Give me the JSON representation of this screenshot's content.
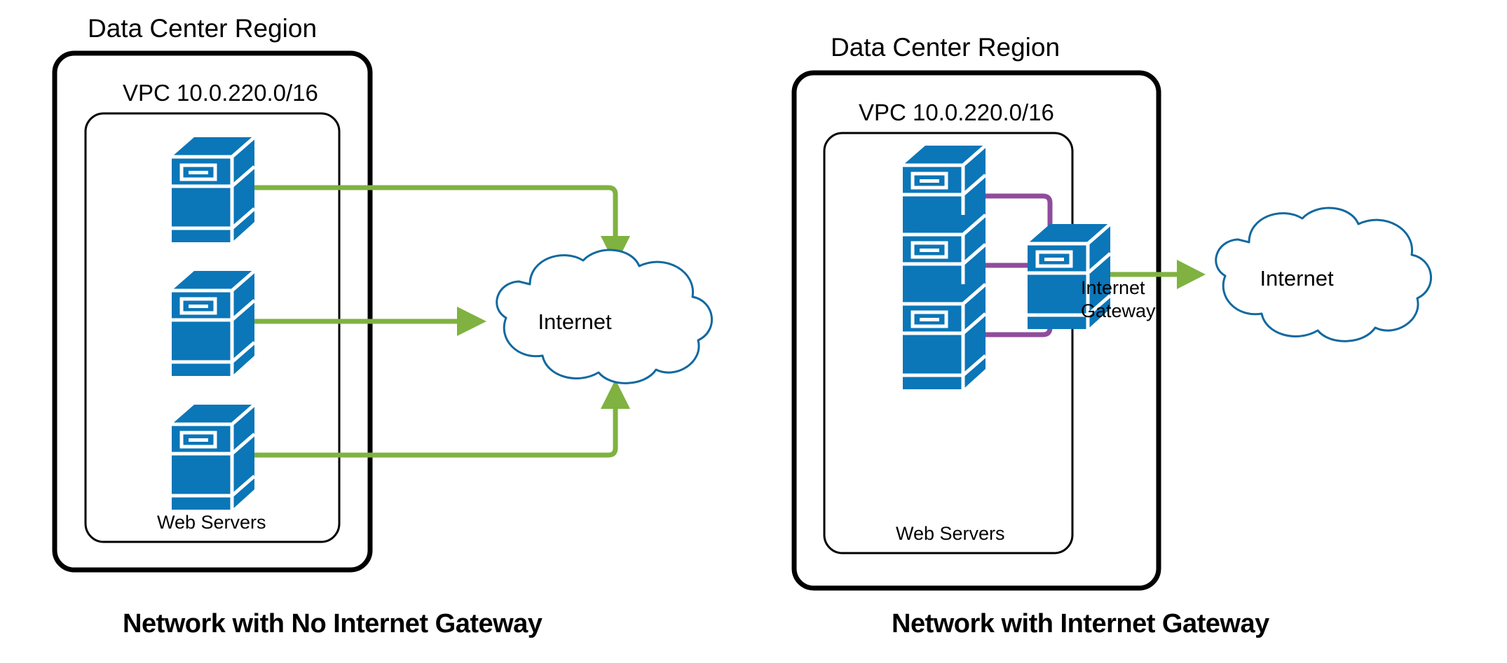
{
  "diagram": {
    "title_left": "Network with No Internet Gateway",
    "title_right": "Network with Internet Gateway",
    "colors": {
      "server_blue": "#0b76b8",
      "link_green": "#7fb241",
      "link_purple": "#8f4c9c",
      "cloud_outline": "#11699f",
      "box_border": "#000000",
      "background": "#ffffff"
    }
  },
  "panels": [
    {
      "id": "left",
      "caption": "Network with No Internet Gateway",
      "region_label": "Data Center Region",
      "vpc_label": "VPC 10.0.220.0/16",
      "subnet_label": "Web Servers",
      "cloud_label": "Internet",
      "servers": [
        {
          "name": "web-server-1",
          "icon": "server-icon"
        },
        {
          "name": "web-server-2",
          "icon": "server-icon"
        },
        {
          "name": "web-server-3",
          "icon": "server-icon"
        }
      ],
      "gateway": null,
      "connections": [
        {
          "from": "web-server-1",
          "to": "internet-cloud",
          "color": "#7fb241",
          "arrow": "down"
        },
        {
          "from": "web-server-2",
          "to": "internet-cloud",
          "color": "#7fb241",
          "arrow": "right"
        },
        {
          "from": "web-server-3",
          "to": "internet-cloud",
          "color": "#7fb241",
          "arrow": "up"
        }
      ]
    },
    {
      "id": "right",
      "caption": "Network with Internet Gateway",
      "region_label": "Data Center Region",
      "vpc_label": "VPC 10.0.220.0/16",
      "subnet_label": "Web Servers",
      "cloud_label": "Internet",
      "servers": [
        {
          "name": "web-server-1",
          "icon": "server-icon"
        },
        {
          "name": "web-server-2",
          "icon": "server-icon"
        },
        {
          "name": "web-server-3",
          "icon": "server-icon"
        }
      ],
      "gateway": {
        "name": "internet-gateway",
        "icon": "server-icon",
        "label_line1": "Internet",
        "label_line2": "Gateway"
      },
      "connections": [
        {
          "from": "web-server-1",
          "to": "internet-gateway",
          "color": "#8f4c9c",
          "arrow": "none"
        },
        {
          "from": "web-server-2",
          "to": "internet-gateway",
          "color": "#8f4c9c",
          "arrow": "none"
        },
        {
          "from": "web-server-3",
          "to": "internet-gateway",
          "color": "#8f4c9c",
          "arrow": "none"
        },
        {
          "from": "internet-gateway",
          "to": "internet-cloud",
          "color": "#7fb241",
          "arrow": "right"
        }
      ]
    }
  ]
}
